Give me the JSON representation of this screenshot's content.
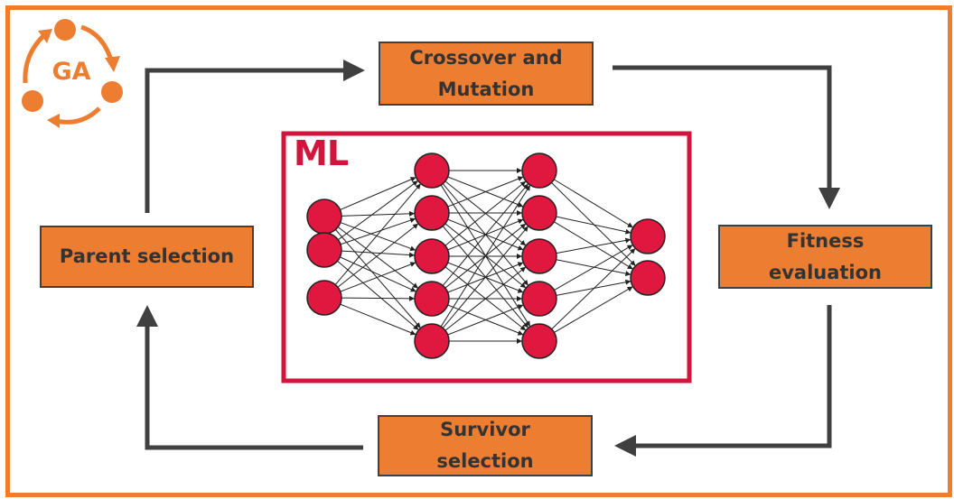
{
  "logo": {
    "text": "GA",
    "icon": "ga-cycle-icon",
    "color": "#ED7D31"
  },
  "steps": {
    "crossover": "Crossover and\nMutation",
    "fitness": "Fitness\nevaluation",
    "survivor": "Survivor\nselection",
    "parent": "Parent selection"
  },
  "ml_box": {
    "label": "ML",
    "color": "#D1153D",
    "layers": [
      3,
      5,
      5,
      2
    ]
  },
  "colors": {
    "frame": "#ED7D31",
    "box_fill": "#ED7D31",
    "arrow": "#404040",
    "neuron": "#E0173F"
  }
}
